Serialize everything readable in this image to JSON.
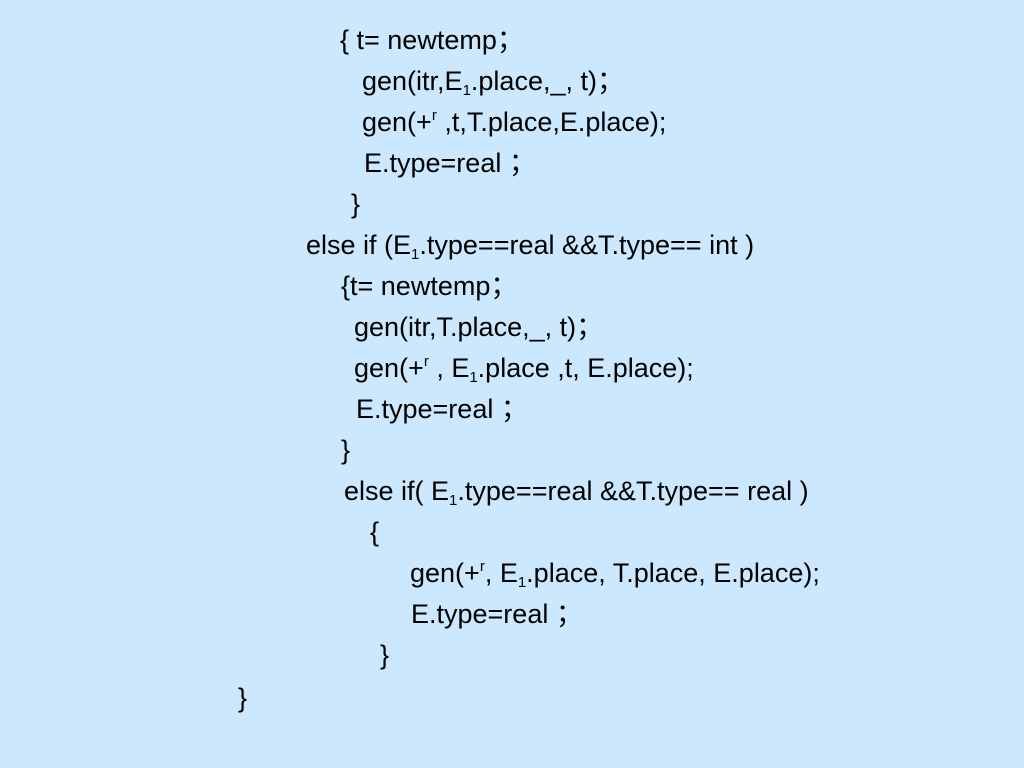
{
  "slide": {
    "background_color": "#cce8fe",
    "text_color": "#000000",
    "code_lines": [
      [
        "{ t= newtemp；"
      ],
      [
        "gen(itr,E",
        {
          "sub": "1"
        },
        ".place,_, t)；"
      ],
      [
        "gen(+",
        {
          "sup": "r"
        },
        " ,t,T.place,E.place);"
      ],
      [
        "E.type=real ；"
      ],
      [
        "}"
      ],
      [
        "else if (E",
        {
          "sub": "1"
        },
        ".type==real &&T.type== int )"
      ],
      [
        "{t= newtemp；"
      ],
      [
        "gen(itr,T.place,_, t)；"
      ],
      [
        "gen(+",
        {
          "sup": "r"
        },
        " , E",
        {
          "sub": "1"
        },
        ".place ,t, E.place);"
      ],
      [
        "E.type=real ；"
      ],
      [
        "}"
      ],
      [
        "else if( E",
        {
          "sub": "1"
        },
        ".type==real &&T.type== real )"
      ],
      [
        "{"
      ],
      [
        "gen(+",
        {
          "sup": "r"
        },
        ", E",
        {
          "sub": "1"
        },
        ".place, T.place, E.place);"
      ],
      [
        "E.type=real ；"
      ],
      [
        "}"
      ],
      [
        "}"
      ]
    ]
  }
}
